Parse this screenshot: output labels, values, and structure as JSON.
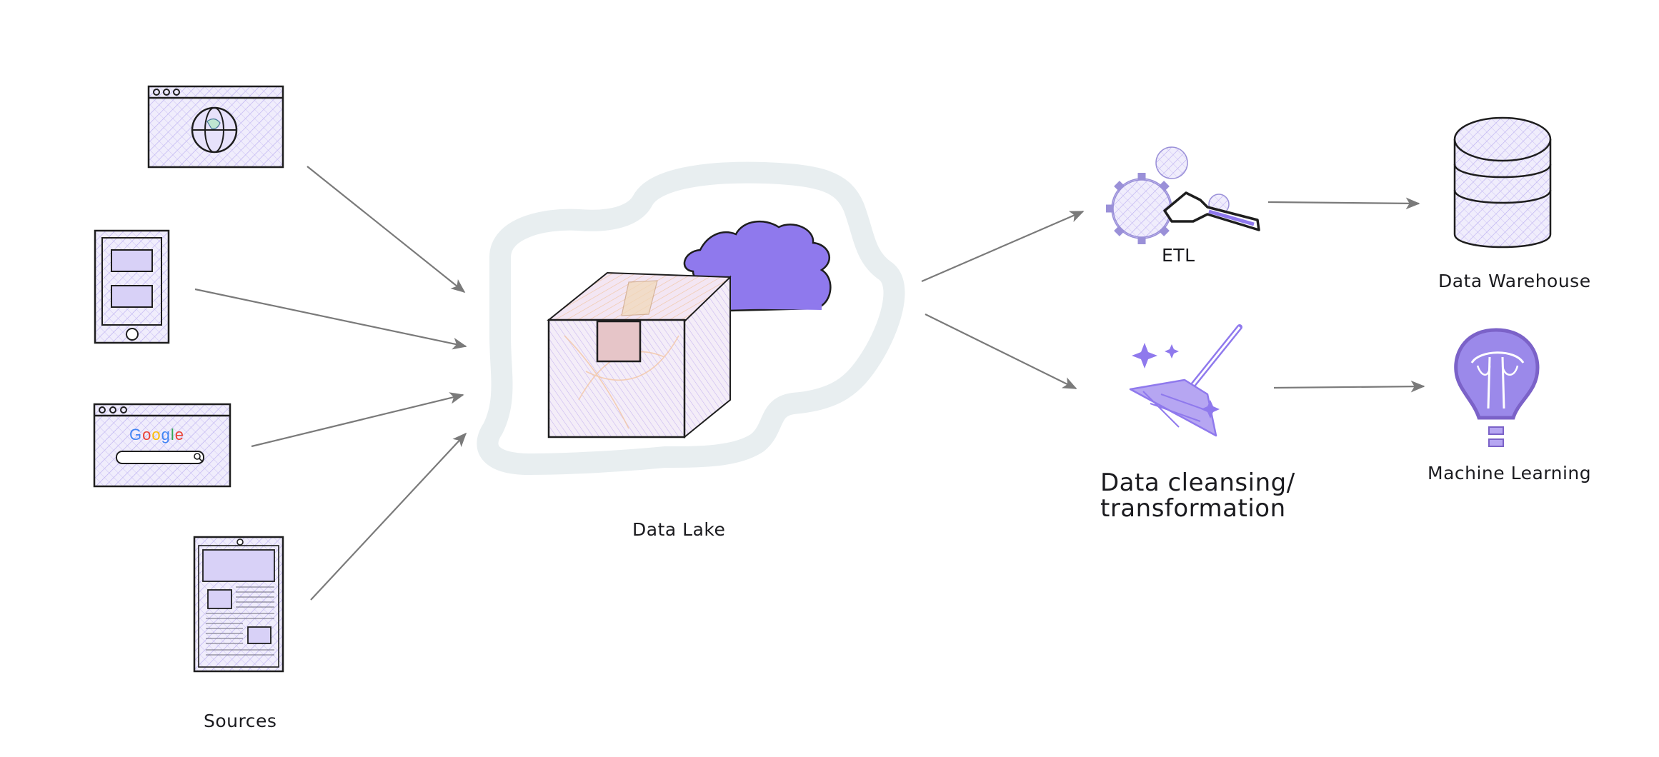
{
  "labels": {
    "sources": "Sources",
    "data_lake": "Data Lake",
    "etl": "ETL",
    "data_warehouse": "Data Warehouse",
    "cleansing_line1": "Data cleansing/",
    "cleansing_line2": "transformation",
    "machine_learning": "Machine Learning"
  },
  "google_logo": {
    "letters": [
      "G",
      "o",
      "o",
      "g",
      "l",
      "e"
    ],
    "colors": [
      "#4285f4",
      "#ea4335",
      "#fbbc05",
      "#4285f4",
      "#34a853",
      "#ea4335"
    ]
  },
  "colors": {
    "accent": "#8f79ed",
    "accent_light": "#e6e2fb",
    "stroke": "#1e1e1e",
    "arrow": "#7a7a7a",
    "lake_outline": "#e8eef0",
    "box_fill": "#ede3f6",
    "box_hatch": "#f1c7a8"
  },
  "icons": {
    "source_1": "browser-globe-icon",
    "source_2": "mobile-phone-icon",
    "source_3": "browser-search-icon",
    "source_4": "tablet-document-icon",
    "lake": "box-cloud-icon",
    "etl": "gears-wrench-icon",
    "cleansing": "broom-sparkles-icon",
    "warehouse": "database-cylinder-icon",
    "ml": "lightbulb-icon"
  }
}
